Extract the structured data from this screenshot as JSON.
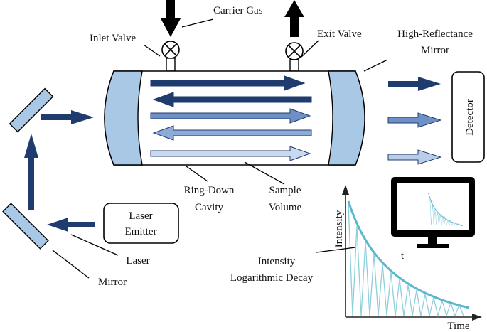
{
  "labels": {
    "carrier_gas": "Carrier Gas",
    "inlet_valve": "Inlet Valve",
    "exit_valve": "Exit Valve",
    "mirror_top_line1": "High-Reflectance",
    "mirror_top_line2": "Mirror",
    "detector": "Detector",
    "ring_down_line1": "Ring-Down",
    "ring_down_line2": "Cavity",
    "sample_line1": "Sample",
    "sample_line2": "Volume",
    "laser_emitter_line1": "Laser",
    "laser_emitter_line2": "Emitter",
    "laser": "Laser",
    "mirror": "Mirror",
    "decay_line1": "Intensity",
    "decay_line2": "Logarithmic Decay",
    "y_axis": "Intensity",
    "x_axis": "Time",
    "t_label": "t"
  },
  "colors": {
    "mirror_fill": "#a9c8e6",
    "arrow_dark": "#1f3c6e",
    "arrow_mid": "#6f90c6",
    "arrow_light": "#b9cde9",
    "decay_curve": "#5bb8cc",
    "decay_fill": "#8fcfdd"
  },
  "icons": {
    "valve": "circle-x-valve-icon",
    "monitor": "monitor-icon"
  }
}
